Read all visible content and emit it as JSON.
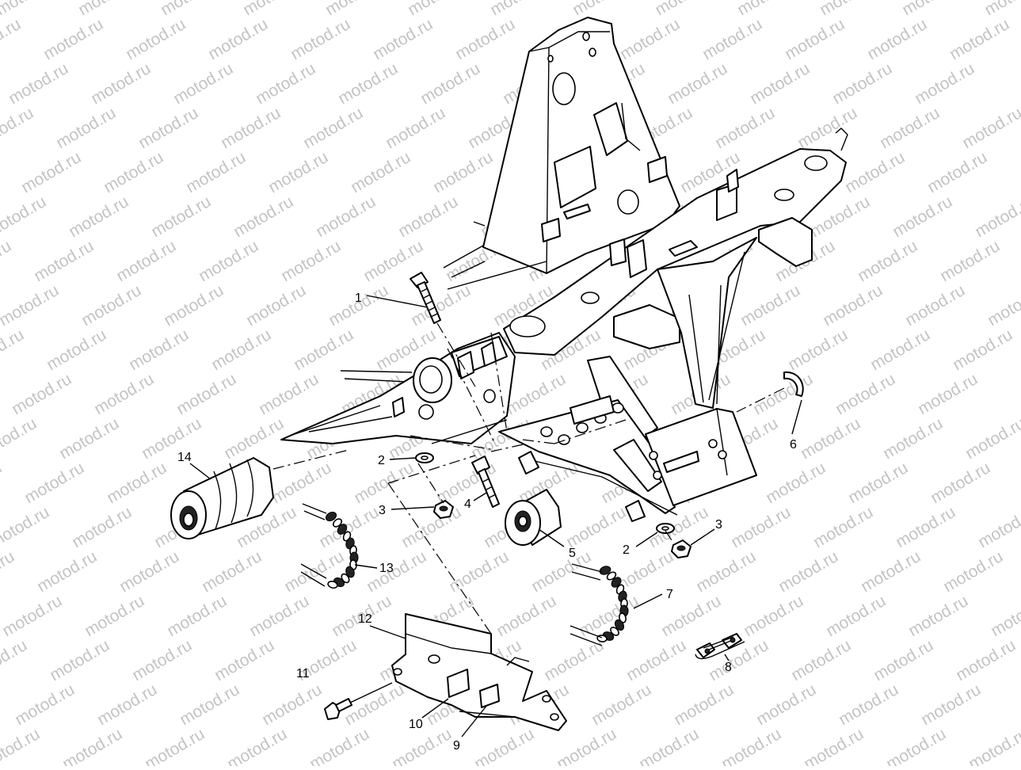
{
  "watermark": {
    "text": "motod.ru",
    "color": "#c4c4c4"
  },
  "callouts": [
    "1",
    "2",
    "3",
    "4",
    "5",
    "6",
    "7",
    "8",
    "9",
    "10",
    "11",
    "12",
    "13",
    "14"
  ],
  "colors": {
    "ink": "#000000",
    "paper": "#ffffff"
  }
}
